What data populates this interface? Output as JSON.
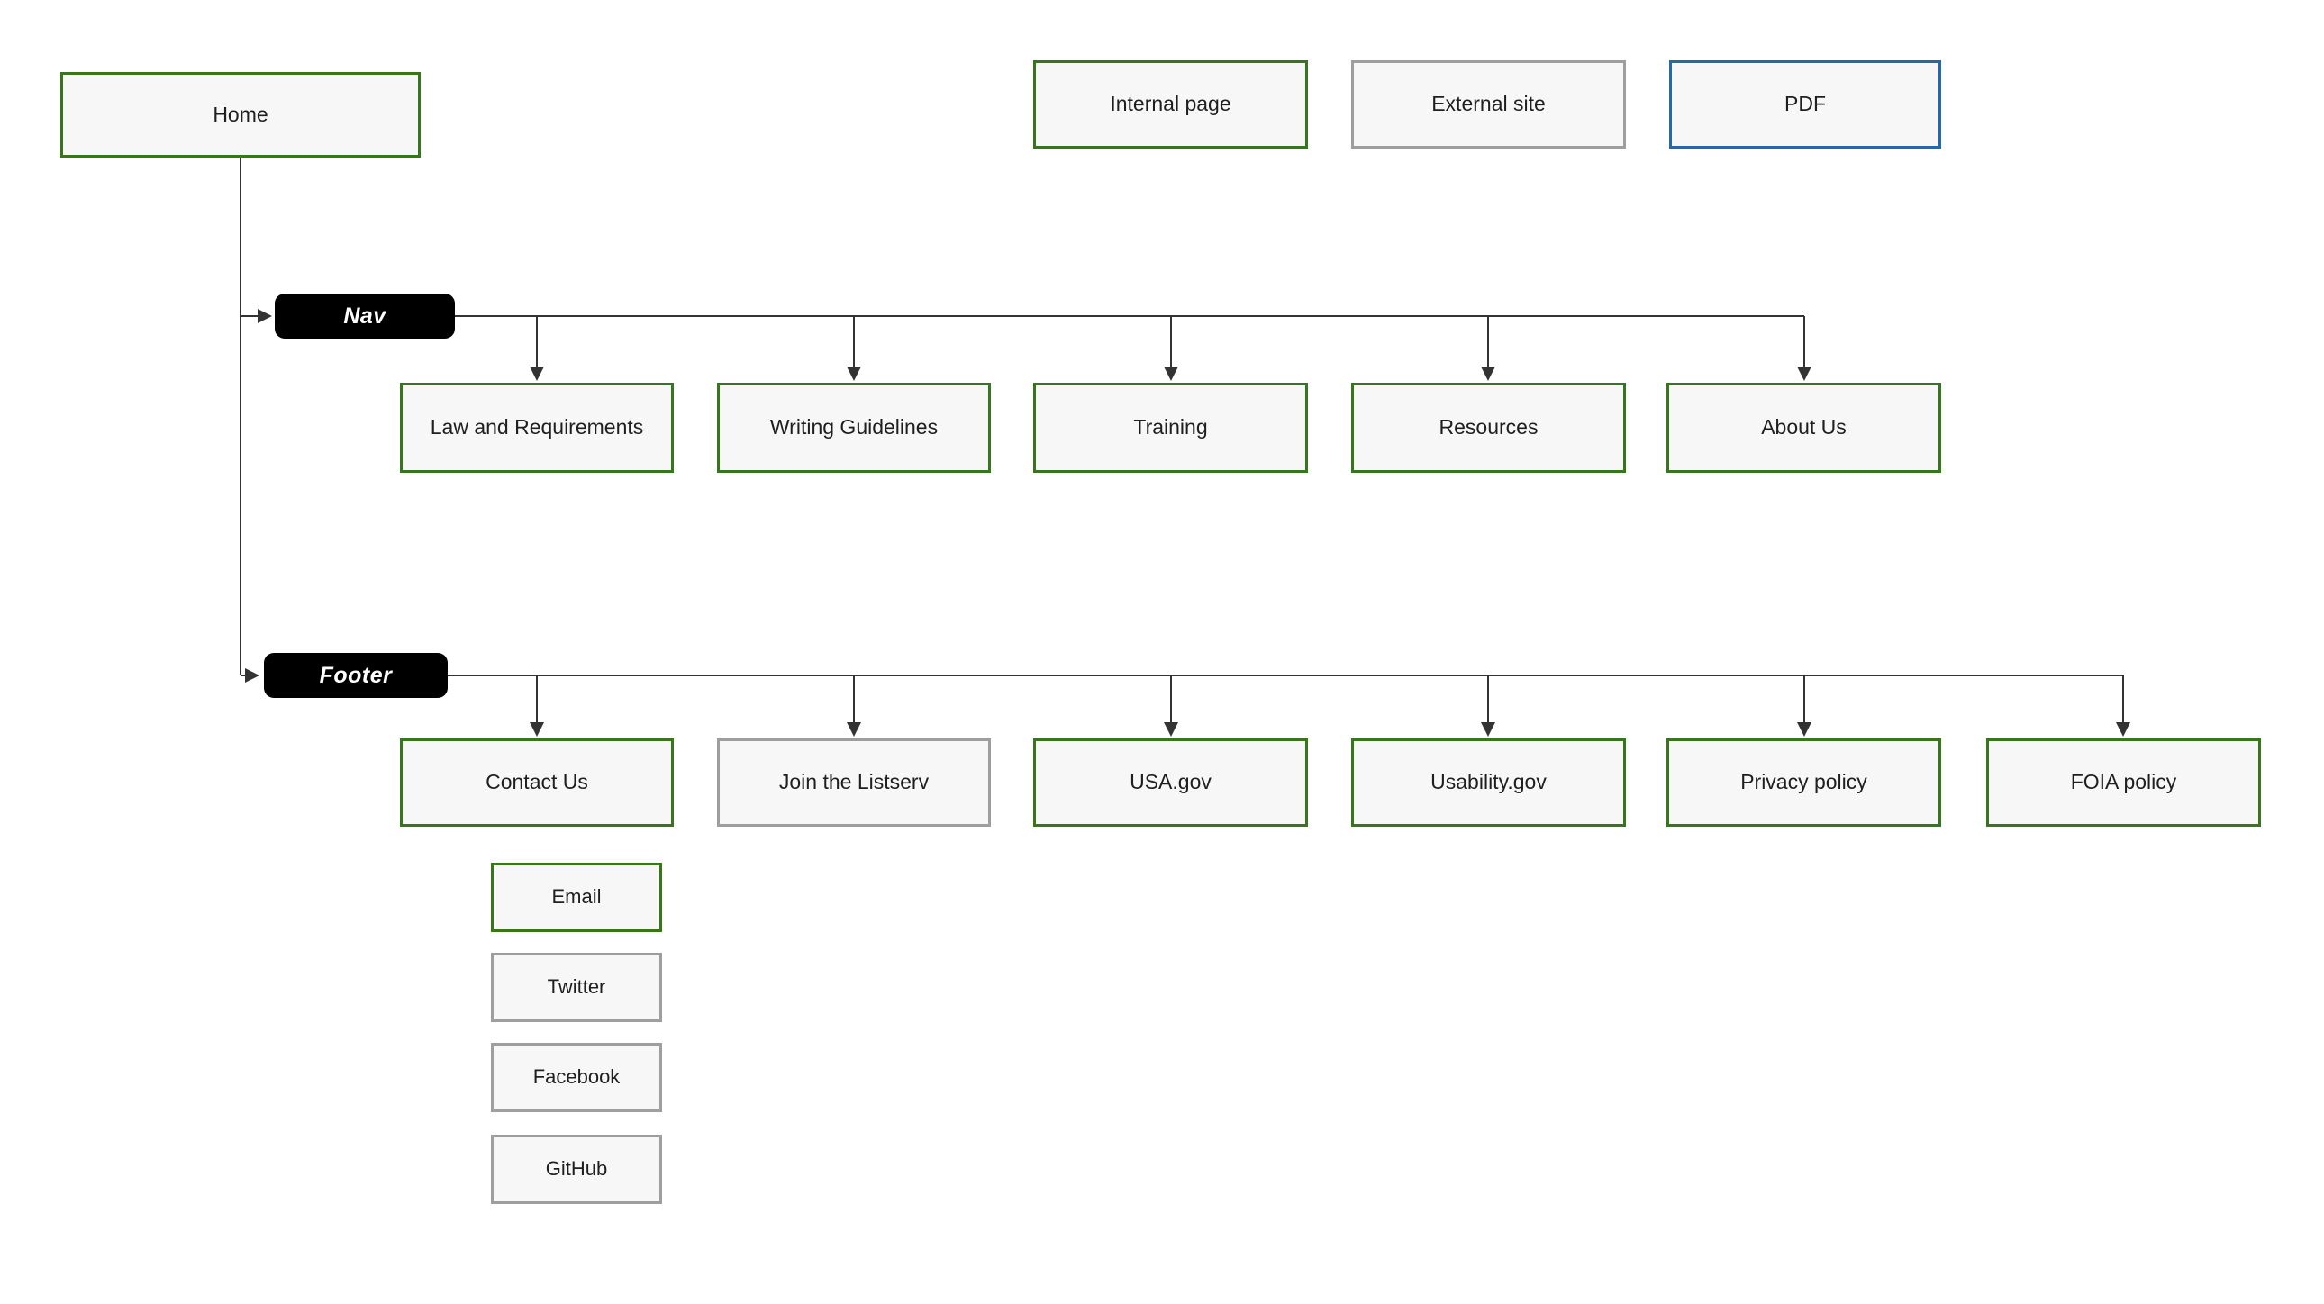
{
  "colors": {
    "page_bg": "#ffffff",
    "node_fill": "#f7f7f7",
    "internal": "#38761d",
    "external": "#9e9e9e",
    "pdf": "#2569ac",
    "line": "#333333",
    "label_bg": "#000000",
    "label_text": "#ffffff",
    "text": "#1f1f1f"
  },
  "legend": {
    "items": [
      {
        "label": "Internal page",
        "type": "internal"
      },
      {
        "label": "External site",
        "type": "external"
      },
      {
        "label": "PDF",
        "type": "pdf"
      }
    ]
  },
  "root": {
    "label": "Home",
    "type": "internal"
  },
  "sections": [
    {
      "label": "Nav",
      "children": [
        {
          "label": "Law and Requirements",
          "type": "internal"
        },
        {
          "label": "Writing Guidelines",
          "type": "internal"
        },
        {
          "label": "Training",
          "type": "internal"
        },
        {
          "label": "Resources",
          "type": "internal"
        },
        {
          "label": "About Us",
          "type": "internal"
        }
      ]
    },
    {
      "label": "Footer",
      "children": [
        {
          "label": "Contact Us",
          "type": "internal"
        },
        {
          "label": "Join the Listserv",
          "type": "external"
        },
        {
          "label": "USA.gov",
          "type": "internal"
        },
        {
          "label": "Usability.gov",
          "type": "internal"
        },
        {
          "label": "Privacy policy",
          "type": "internal"
        },
        {
          "label": "FOIA policy",
          "type": "internal"
        }
      ]
    }
  ],
  "contact_links": [
    {
      "label": "Email",
      "type": "internal"
    },
    {
      "label": "Twitter",
      "type": "external"
    },
    {
      "label": "Facebook",
      "type": "external"
    },
    {
      "label": "GitHub",
      "type": "external"
    }
  ]
}
